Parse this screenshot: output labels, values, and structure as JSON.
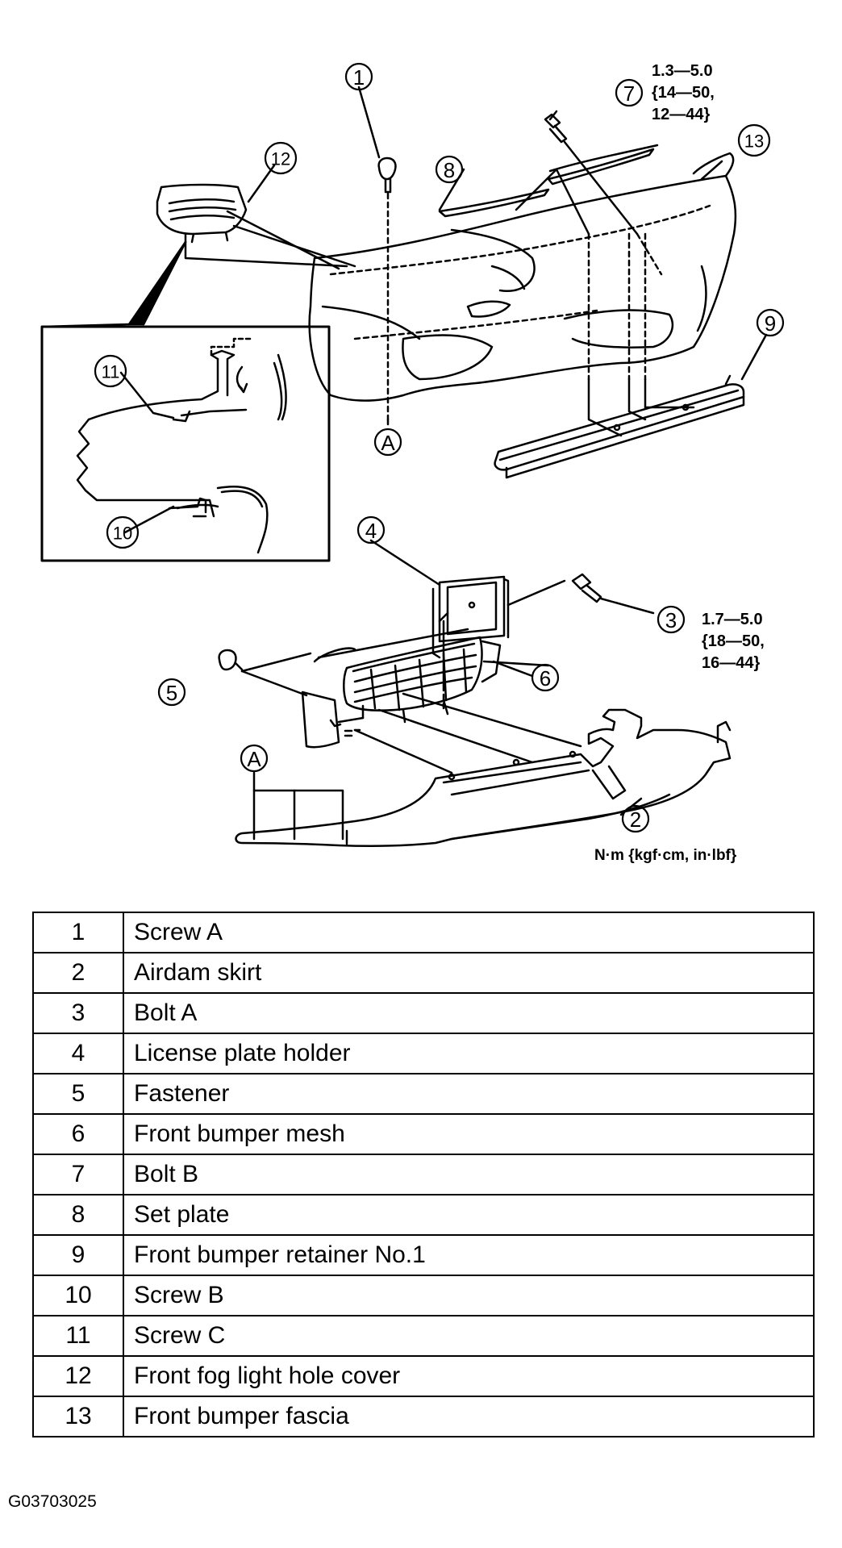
{
  "diagram": {
    "callouts": {
      "c1": "1",
      "c2": "2",
      "c3": "3",
      "c4": "4",
      "c5": "5",
      "c6": "6",
      "c7": "7",
      "c8": "8",
      "c9": "9",
      "c10": "10",
      "c11": "11",
      "c12": "12",
      "c13": "13",
      "a_top": "A",
      "a_bottom": "A"
    },
    "torque_bolt_b": [
      "1.3—5.0",
      "{14—50,",
      "12—44}"
    ],
    "torque_bolt_a": [
      "1.7—5.0",
      "{18—50,",
      "16—44}"
    ],
    "units": "N·m {kgf·cm, in·lbf}"
  },
  "parts": [
    {
      "num": "1",
      "name": "Screw A"
    },
    {
      "num": "2",
      "name": "Airdam skirt"
    },
    {
      "num": "3",
      "name": "Bolt A"
    },
    {
      "num": "4",
      "name": "License plate holder"
    },
    {
      "num": "5",
      "name": "Fastener"
    },
    {
      "num": "6",
      "name": "Front bumper mesh"
    },
    {
      "num": "7",
      "name": "Bolt B"
    },
    {
      "num": "8",
      "name": "Set plate"
    },
    {
      "num": "9",
      "name": "Front bumper retainer No.1"
    },
    {
      "num": "10",
      "name": "Screw B"
    },
    {
      "num": "11",
      "name": "Screw C"
    },
    {
      "num": "12",
      "name": "Front fog light hole cover"
    },
    {
      "num": "13",
      "name": "Front bumper fascia"
    }
  ],
  "figure_id": "G03703025"
}
